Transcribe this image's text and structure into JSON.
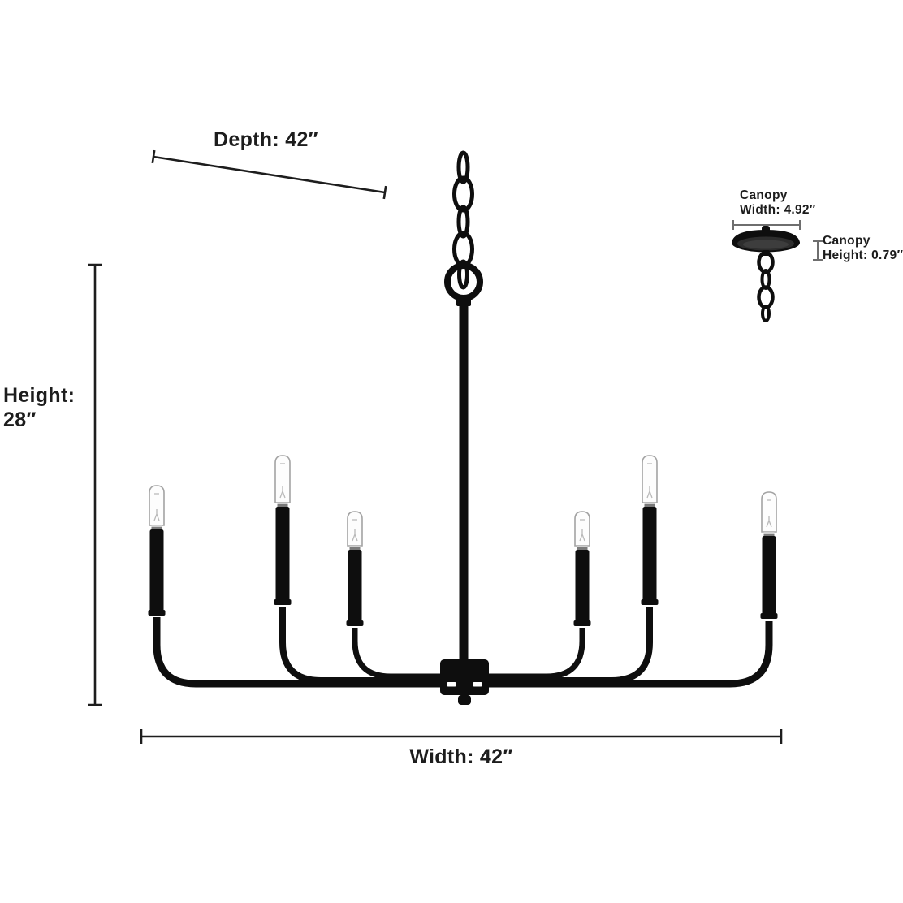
{
  "diagram": {
    "title": "6-light linear chandelier dimension diagram",
    "light_count": 6,
    "labels": {
      "depth": "Depth: 42″",
      "height_line1": "Height:",
      "height_line2": "28″",
      "width": "Width: 42″",
      "canopy_width_line1": "Canopy",
      "canopy_width_line2": "Width: 4.92″",
      "canopy_height_line1": "Canopy",
      "canopy_height_line2": "Height: 0.79″"
    },
    "colors": {
      "background": "#ffffff",
      "dimension_line": "#1d1d1d",
      "canopy_dimension_line": "#6e6e6e",
      "fixture_black": "#0e0e0e",
      "bulb_glass_outline": "#a3a3a3",
      "text": "#1d1d1d"
    }
  }
}
